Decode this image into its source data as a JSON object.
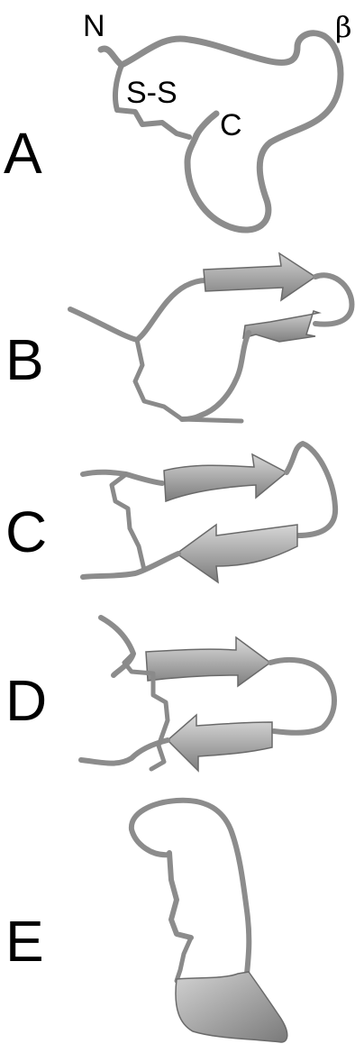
{
  "colors": {
    "ribbon": "#8a8a8a",
    "ribbon_highlight": "#d4d4d4",
    "ribbon_shadow": "#5e5e5e",
    "tube": "#8c8c8c",
    "text": "#000000"
  },
  "panels": [
    {
      "id": "A",
      "letter": "A",
      "annotations": {
        "n_terminus": "N",
        "disulfide": "S-S",
        "c_terminus": "C",
        "beta": "β"
      }
    },
    {
      "id": "B",
      "letter": "B"
    },
    {
      "id": "C",
      "letter": "C"
    },
    {
      "id": "D",
      "letter": "D"
    },
    {
      "id": "E",
      "letter": "E"
    }
  ]
}
